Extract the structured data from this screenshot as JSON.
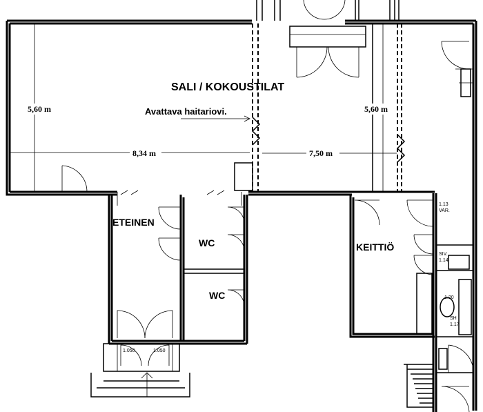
{
  "rooms": {
    "hall": "SALI / KOKOUSTILAT",
    "entrance": "ETEINEN",
    "wc_1": "WC",
    "wc_2": "WC",
    "kitchen": "KEITTIÖ"
  },
  "annotations": {
    "folding_door": "Avattava haitariovi."
  },
  "dimensions": {
    "left_height": "5,60 m",
    "right_height": "5,60 m",
    "left_width": "8,34 m",
    "right_width": "7,50 m"
  },
  "small_labels": {
    "var": "VAR.",
    "var_num": "1.13",
    "siv": "SIV.",
    "siv_num": "1.14",
    "sh": "SH",
    "sh_num": "1.17",
    "pwc_num": "1.20",
    "entry_a": "1.050",
    "entry_b": "1.050"
  }
}
